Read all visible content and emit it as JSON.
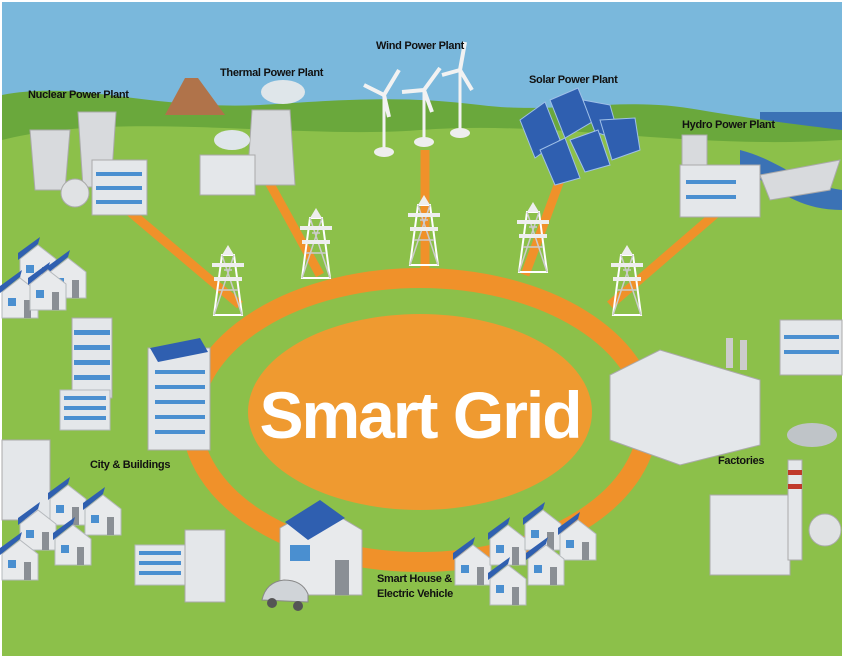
{
  "title": "Smart Grid",
  "labels": {
    "nuclear": "Nuclear Power Plant",
    "thermal": "Thermal Power Plant",
    "wind": "Wind Power Plant",
    "solar": "Solar Power Plant",
    "hydro": "Hydro Power Plant",
    "city": "City &  Buildings",
    "factories": "Factories",
    "house_line1": "Smart House &",
    "house_line2": "Electric Vehicle"
  },
  "colors": {
    "sky": "#7ab8dc",
    "grass": "#8cc04a",
    "hill": "#6aa83c",
    "grid": "#f0912a",
    "center": "#ef9a30",
    "building": "#e4e7ea",
    "window": "#4a8fd0",
    "solar": "#2f5fb0"
  }
}
